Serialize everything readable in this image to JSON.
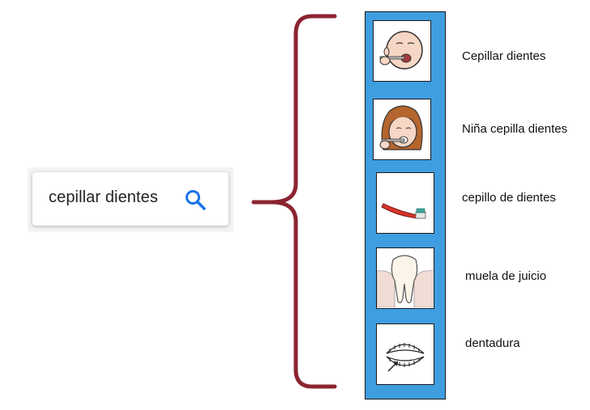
{
  "search": {
    "query": "cepillar dientes"
  },
  "results": [
    {
      "label": "Cepillar dientes",
      "icon": "baby-brushing-teeth-icon"
    },
    {
      "label": "Niña cepilla dientes",
      "icon": "girl-brushing-teeth-icon"
    },
    {
      "label": "cepillo de dientes",
      "icon": "toothbrush-icon"
    },
    {
      "label": "muela de juicio",
      "icon": "wisdom-tooth-icon"
    },
    {
      "label": "dentadura",
      "icon": "denture-icon"
    }
  ],
  "colors": {
    "panel": "#3f9ee0",
    "brace": "#8b2431",
    "search_icon": "#1a73e8"
  }
}
